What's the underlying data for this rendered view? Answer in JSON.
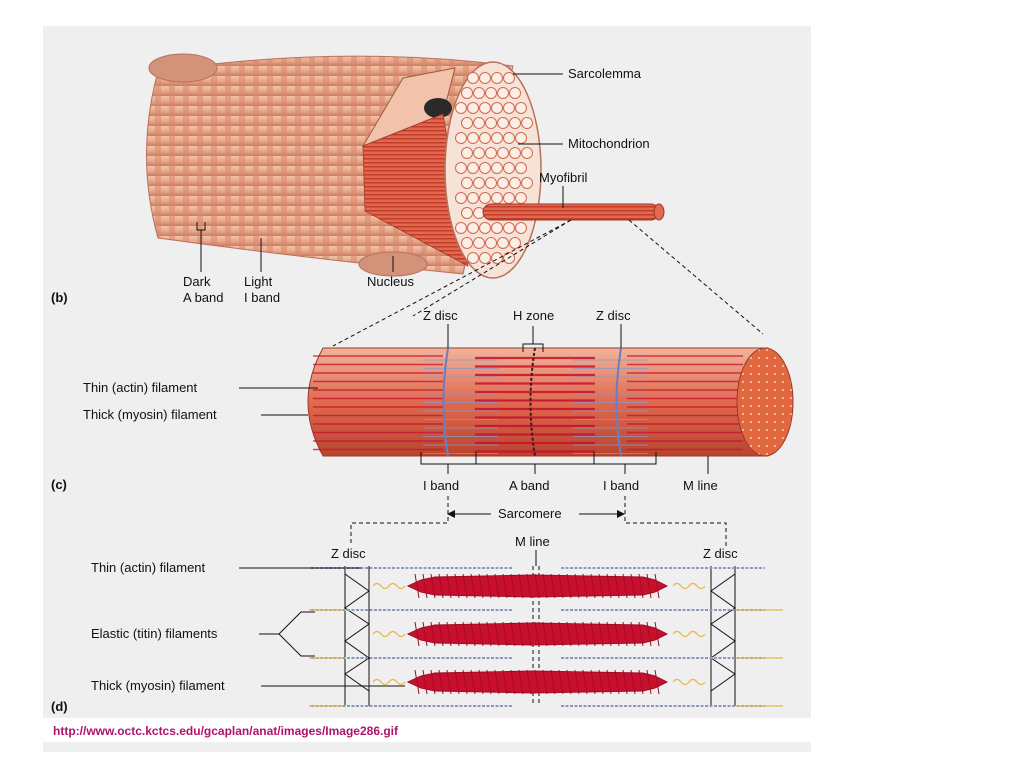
{
  "panel_b": {
    "tag": "(b)",
    "sarcolemma": "Sarcolemma",
    "mitochondrion": "Mitochondrion",
    "myofibril": "Myofibril",
    "dark_band_line1": "Dark",
    "dark_band_line2": "A band",
    "light_band_line1": "Light",
    "light_band_line2": "I band",
    "nucleus": "Nucleus"
  },
  "panel_c": {
    "tag": "(c)",
    "z_disc_left": "Z disc",
    "h_zone": "H zone",
    "z_disc_right": "Z disc",
    "thin_filament": "Thin (actin) filament",
    "thick_filament": "Thick (myosin) filament",
    "i_band_left": "I band",
    "a_band": "A band",
    "i_band_right": "I band",
    "m_line": "M line",
    "sarcomere": "Sarcomere"
  },
  "panel_d": {
    "tag": "(d)",
    "z_disc_left": "Z disc",
    "m_line": "M line",
    "z_disc_right": "Z disc",
    "thin_filament": "Thin (actin) filament",
    "elastic_filaments": "Elastic (titin) filaments",
    "thick_filament": "Thick (myosin) filament"
  },
  "source_url": "http://www.octc.kctcs.edu/gcaplan/anat/images/Image286.gif",
  "colors": {
    "panel_bg": "#efefef",
    "fiber_pink": "#e9a98c",
    "fiber_stripe": "#d8876a",
    "myofibril_red": "#d94a35",
    "myosin_red": "#c8102e",
    "titin_yellow": "#e8b84a",
    "actin_blue": "#8a97c8",
    "url_magenta": "#b0126c"
  }
}
